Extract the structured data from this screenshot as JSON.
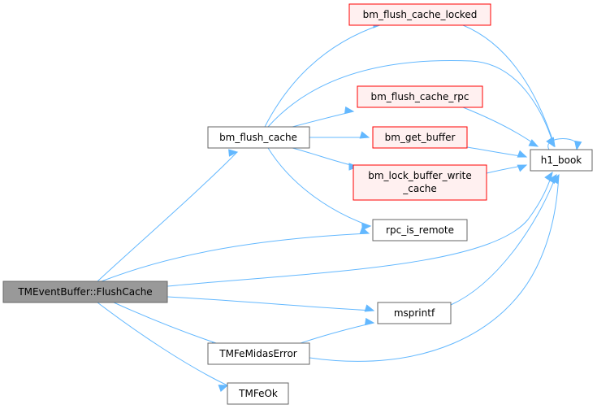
{
  "colors": {
    "edge": "#63b8ff",
    "root_fill": "#999999",
    "root_stroke": "#666666",
    "default_fill": "#ffffff",
    "default_stroke": "#666666",
    "highlight_fill": "#fff0f0",
    "highlight_stroke": "#ff0000"
  },
  "nodes": {
    "root": {
      "label": "TMEventBuffer::FlushCache"
    },
    "bm_flush_cache": {
      "label": "bm_flush_cache"
    },
    "bm_flush_cache_locked": {
      "label": "bm_flush_cache_locked"
    },
    "bm_flush_cache_rpc": {
      "label": "bm_flush_cache_rpc"
    },
    "bm_get_buffer": {
      "label": "bm_get_buffer"
    },
    "bm_lock_buffer_write_cache": {
      "label_line1": "bm_lock_buffer_write",
      "label_line2": "_cache"
    },
    "rpc_is_remote": {
      "label": "rpc_is_remote"
    },
    "h1_book": {
      "label": "h1_book"
    },
    "msprintf": {
      "label": "msprintf"
    },
    "TMFeMidasError": {
      "label": "TMFeMidasError"
    },
    "TMFeOk": {
      "label": "TMFeOk"
    }
  }
}
